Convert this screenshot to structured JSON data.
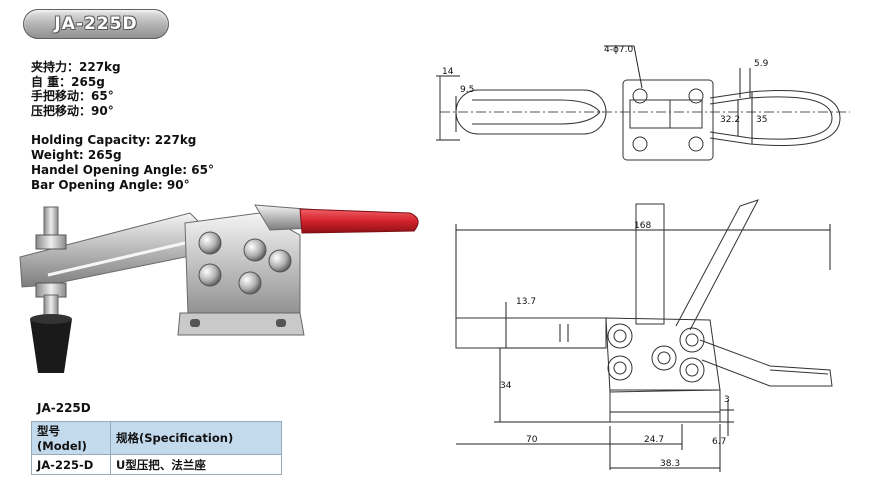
{
  "badge": {
    "label": "JA-225D"
  },
  "specs_cn": [
    "夹持力：227kg",
    "自 重：265g",
    "手把移动：65°",
    "压把移动：90°"
  ],
  "specs_en": [
    "Holding Capacity: 227kg",
    "Weight: 265g",
    "Handel Opening Angle: 65°",
    "Bar Opening Angle: 90°"
  ],
  "model_title": "JA-225D",
  "spec_table": {
    "headers": [
      "型号(Model)",
      "规格(Specification)"
    ],
    "rows": [
      [
        "JA-225-D",
        "U型压把、法兰座"
      ]
    ]
  },
  "top_view_dims": {
    "hole": "4-ϕ7.0",
    "d14": "14",
    "d9_5": "9.5",
    "d5_9": "5.9",
    "d32_2": "32.2",
    "d35": "35"
  },
  "side_view_dims": {
    "d168": "168",
    "d13_7": "13.7",
    "d34": "34",
    "d3": "3",
    "d6_7": "6.7",
    "d70": "70",
    "d24_7": "24.7",
    "d38_3": "38.3"
  },
  "colors": {
    "handle_red": "#d4232b",
    "header_blue": "#c3d9ec",
    "rubber_black": "#1a1a1a"
  }
}
